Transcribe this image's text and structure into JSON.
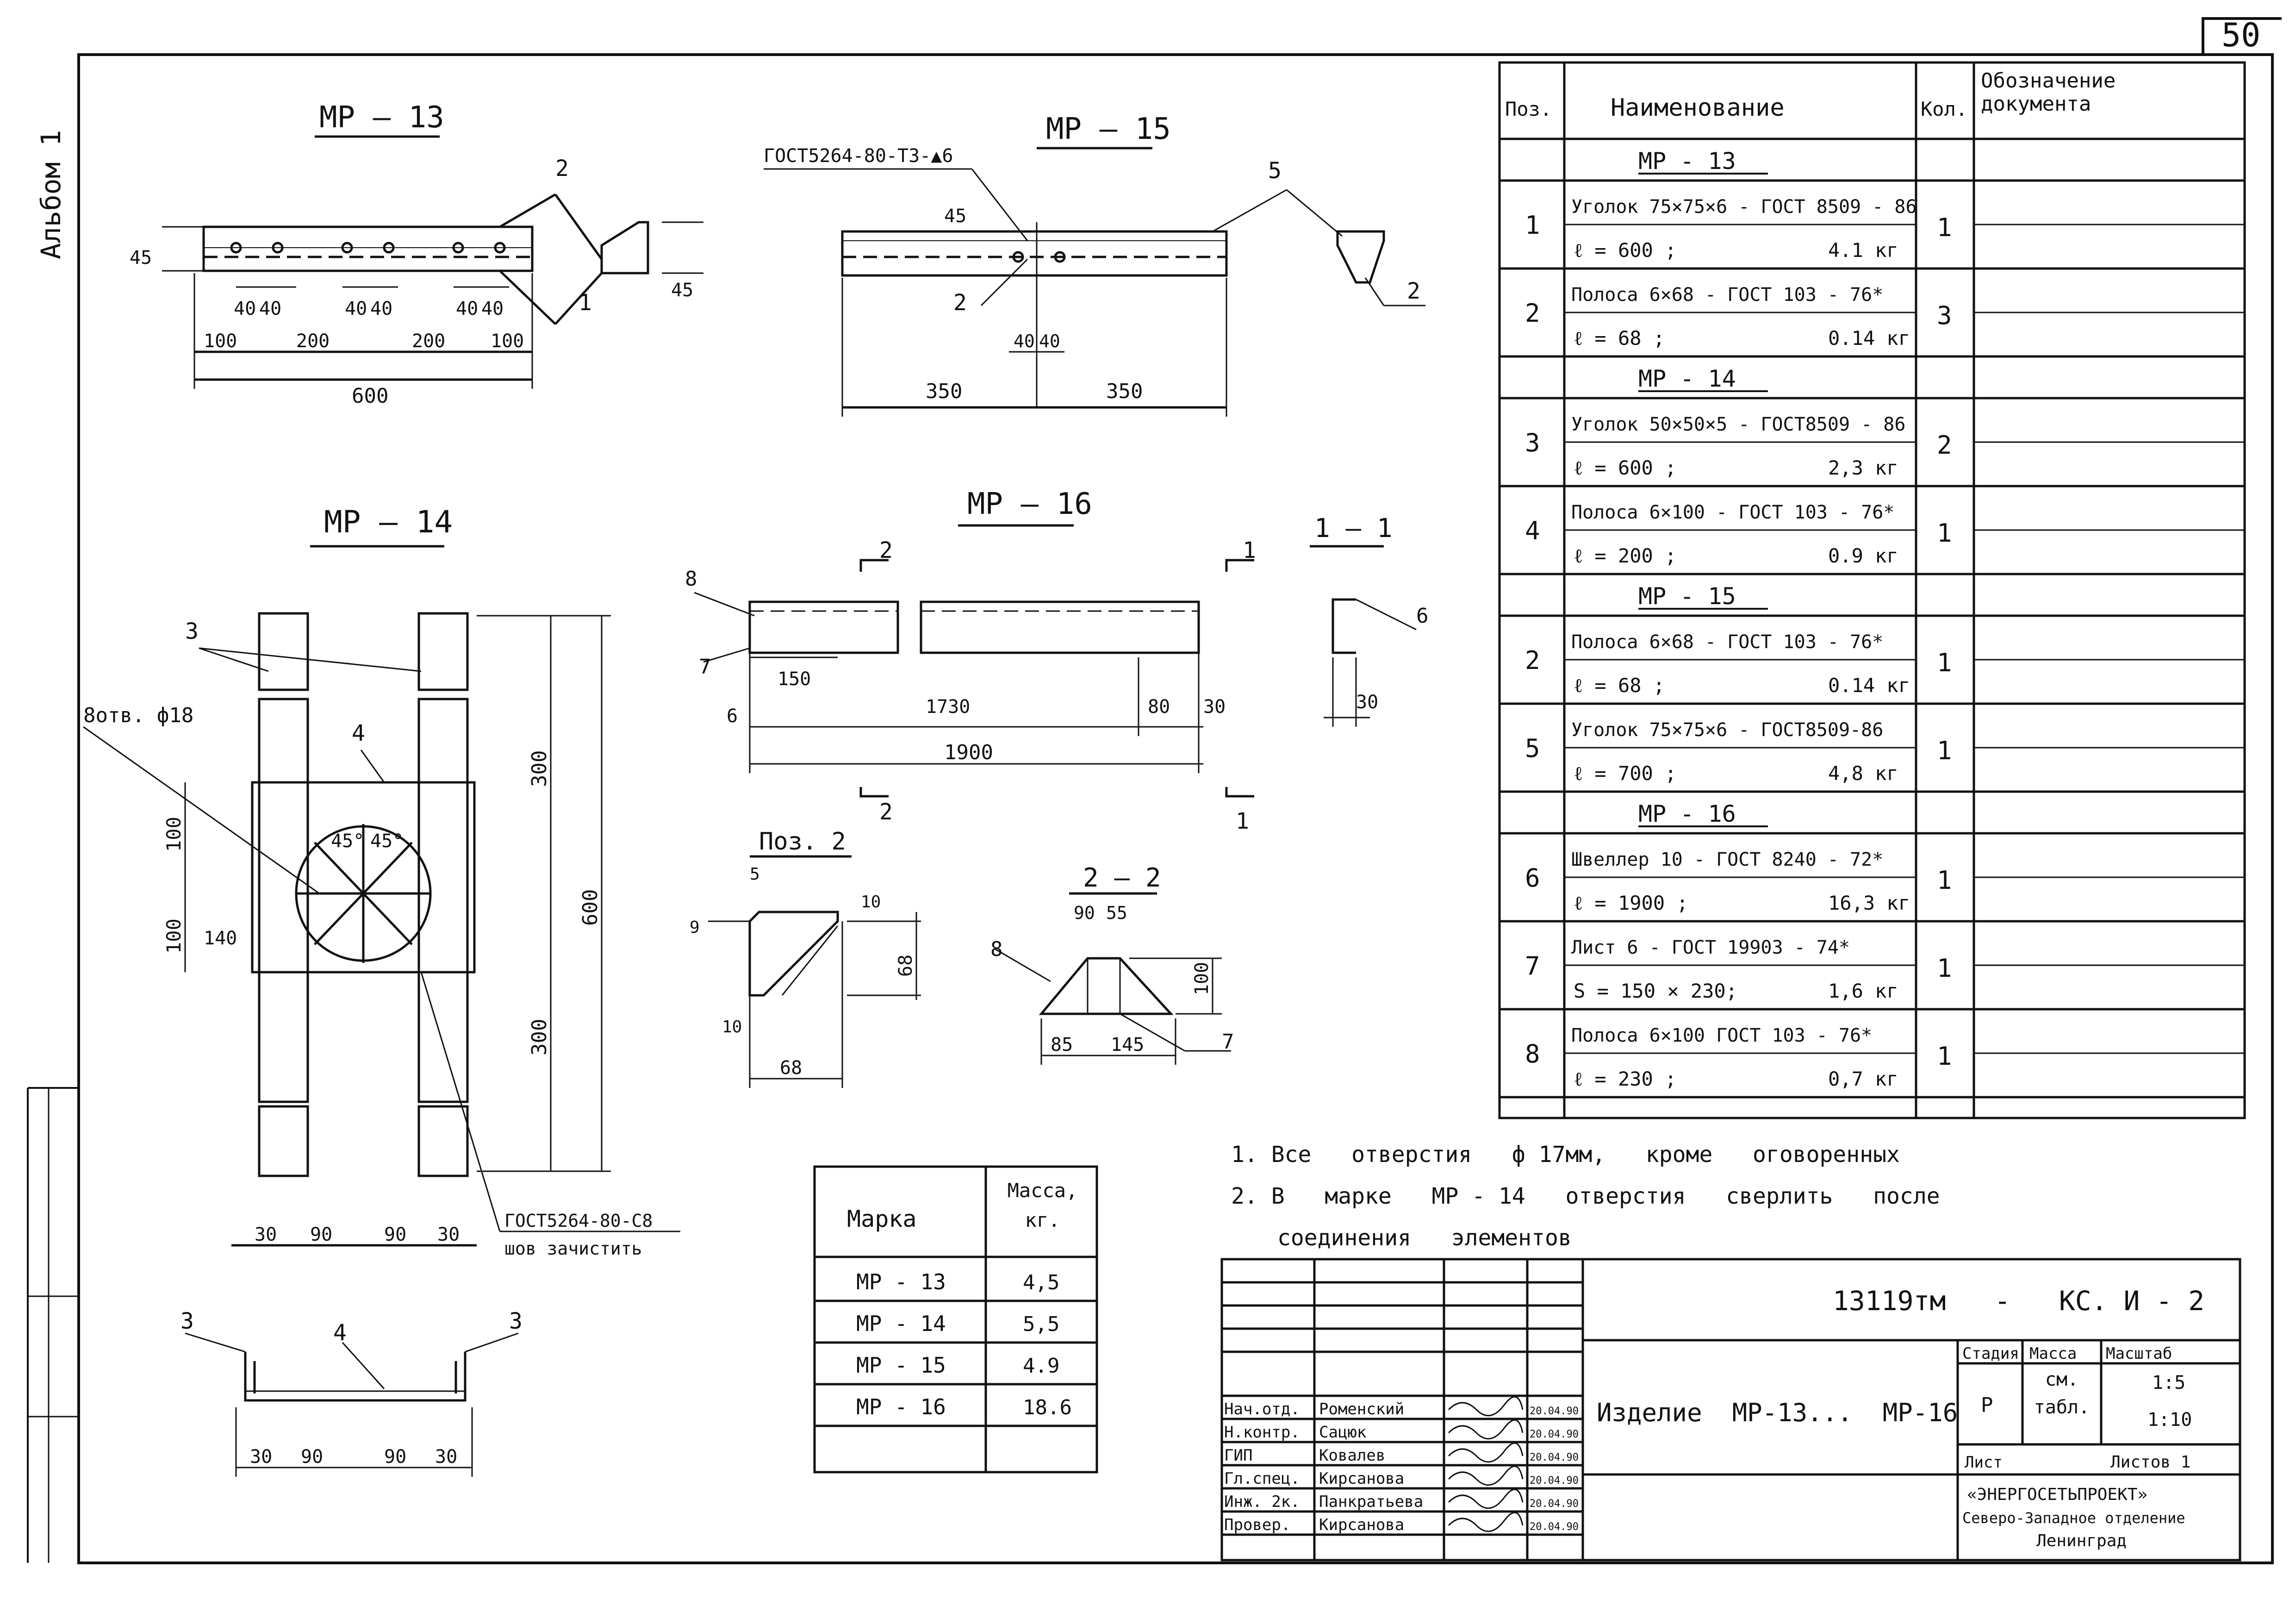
{
  "sheet_number": "50",
  "album_label": "Альбом 1",
  "views": {
    "mr13": {
      "title": "МР – 13",
      "dims": [
        "45",
        "40",
        "40",
        "40",
        "40",
        "40",
        "40",
        "100",
        "200",
        "200",
        "100",
        "600",
        "45"
      ],
      "callouts": [
        "2",
        "1"
      ]
    },
    "mr15": {
      "title": "МР – 15",
      "weld": "ГОСТ5264-80-Т3-▲6",
      "dims": [
        "45",
        "40",
        "40",
        "350",
        "350"
      ],
      "callouts": [
        "5",
        "2",
        "2"
      ]
    },
    "mr14": {
      "title": "МР – 14",
      "holes": "8отв. ф18",
      "angles": [
        "45°",
        "45°"
      ],
      "dims": [
        "100",
        "100",
        "140",
        "300",
        "300",
        "600",
        "30",
        "90",
        "90",
        "30"
      ],
      "weld": "ГОСТ5264-80-С8",
      "weld_note": "шов зачистить",
      "callouts": [
        "3",
        "4"
      ]
    },
    "mr16": {
      "title": "МР – 16",
      "dims": [
        "150",
        "1730",
        "80",
        "30",
        "6",
        "1900"
      ],
      "callouts": [
        "8",
        "7"
      ],
      "sections": [
        "2",
        "2",
        "1",
        "1"
      ]
    },
    "sec11": {
      "title": "1 – 1",
      "dims": [
        "30"
      ],
      "callouts": [
        "6"
      ]
    },
    "pos2": {
      "title": "Поз. 2",
      "dims": [
        "5",
        "10",
        "9",
        "68",
        "10",
        "68"
      ]
    },
    "sec22": {
      "title": "2 – 2",
      "dims": [
        "90",
        "55",
        "100",
        "85",
        "145"
      ],
      "callouts": [
        "8",
        "7"
      ]
    },
    "bottom": {
      "dims": [
        "30",
        "90",
        "90",
        "30"
      ],
      "callouts": [
        "3",
        "4",
        "3"
      ]
    }
  },
  "spec": {
    "headers": [
      "Поз.",
      "Наименование",
      "Кол.",
      "Обозначение документа"
    ],
    "groups": [
      {
        "name": "МР - 13",
        "rows": [
          {
            "pos": "1",
            "line1": "Уголок 75×75×6 - ГОСТ 8509 - 86",
            "line2a": "ℓ = 600 ;",
            "line2b": "4.1 кг",
            "qty": "1"
          },
          {
            "pos": "2",
            "line1": "Полоса 6×68 - ГОСТ 103 - 76*",
            "line2a": "ℓ = 68 ;",
            "line2b": "0.14 кг",
            "qty": "3"
          }
        ]
      },
      {
        "name": "МР - 14",
        "rows": [
          {
            "pos": "3",
            "line1": "Уголок 50×50×5 - ГОСТ8509 - 86",
            "line2a": "ℓ = 600 ;",
            "line2b": "2,3 кг",
            "qty": "2"
          },
          {
            "pos": "4",
            "line1": "Полоса 6×100 - ГОСТ 103 - 76*",
            "line2a": "ℓ = 200 ;",
            "line2b": "0.9 кг",
            "qty": "1"
          }
        ]
      },
      {
        "name": "МР - 15",
        "rows": [
          {
            "pos": "2",
            "line1": "Полоса 6×68 - ГОСТ 103 - 76*",
            "line2a": "ℓ = 68 ;",
            "line2b": "0.14 кг",
            "qty": "1"
          },
          {
            "pos": "5",
            "line1": "Уголок 75×75×6 - ГОСТ8509-86",
            "line2a": "ℓ = 700 ;",
            "line2b": "4,8 кг",
            "qty": "1"
          }
        ]
      },
      {
        "name": "МР - 16",
        "rows": [
          {
            "pos": "6",
            "line1": "Швеллер 10 - ГОСТ 8240 - 72*",
            "line2a": "ℓ = 1900 ;",
            "line2b": "16,3 кг",
            "qty": "1"
          },
          {
            "pos": "7",
            "line1": "Лист 6 - ГОСТ 19903 - 74*",
            "line2a": "S = 150 × 230;",
            "line2b": "1,6 кг",
            "qty": "1"
          },
          {
            "pos": "8",
            "line1": "Полоса 6×100 ГОСТ 103 - 76*",
            "line2a": "ℓ = 230 ;",
            "line2b": "0,7 кг",
            "qty": "1"
          }
        ]
      }
    ]
  },
  "notes": [
    "1. Все   отверстия   ф 17мм,   кроме   оговоренных",
    "2. В   марке   МР - 14   отверстия   сверлить   после",
    "соединения   элементов"
  ],
  "mass_table": {
    "headers": [
      "Марка",
      "Масса, кг."
    ],
    "rows": [
      [
        "МР - 13",
        "4,5"
      ],
      [
        "МР - 14",
        "5,5"
      ],
      [
        "МР - 15",
        "4.9"
      ],
      [
        "МР - 16",
        "18.6"
      ]
    ]
  },
  "title_block": {
    "code": "13119тм   -   КС. И - 2",
    "product": "Изделие  МР-13...  МР-16",
    "stage_h": "Стадия",
    "mass_h": "Масса",
    "scale_h": "Масштаб",
    "stage": "Р",
    "mass": "см. табл.",
    "scale1": "1:5",
    "scale2": "1:10",
    "sheet_h": "Лист",
    "sheets_h": "Листов 1",
    "org1": "«ЭНЕРГОСЕТЬПРОЕКТ»",
    "org2": "Северо-Западное отделение",
    "org3": "Ленинград",
    "staff": [
      [
        "Нач.отд.",
        "Роменский",
        "20.04.90"
      ],
      [
        "Н.контр.",
        "Сацюк",
        "20.04.90"
      ],
      [
        "ГИП",
        "Ковалев",
        "20.04.90"
      ],
      [
        "Гл.спец.",
        "Кирсанова",
        "20.04.90"
      ],
      [
        "Инж. 2к.",
        "Панкратьева",
        "20.04.90"
      ],
      [
        "Провер.",
        "Кирсанова",
        "20.04.90"
      ]
    ]
  }
}
